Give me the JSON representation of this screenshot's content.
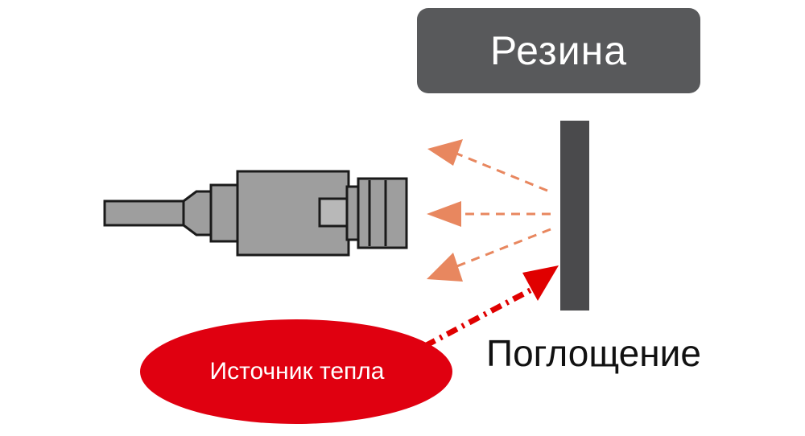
{
  "material": {
    "label": "Резина"
  },
  "absorption": {
    "label": "Поглощение"
  },
  "heat_source": {
    "label": "Источник тепла"
  },
  "colors": {
    "material_box": "#58595b",
    "material_plate": "#4a4a4c",
    "sensor_body": "#9e9e9e",
    "sensor_outline": "#1a1a1a",
    "reflected_rays": "#e8875f",
    "heat_ray": "#e00000",
    "heat_source": "#e00010"
  },
  "icons": {
    "sensor": "infrared-sensor-icon",
    "reflected_arrow": "dashed-arrow-left-icon",
    "heat_arrow": "dash-dot-arrow-icon"
  }
}
